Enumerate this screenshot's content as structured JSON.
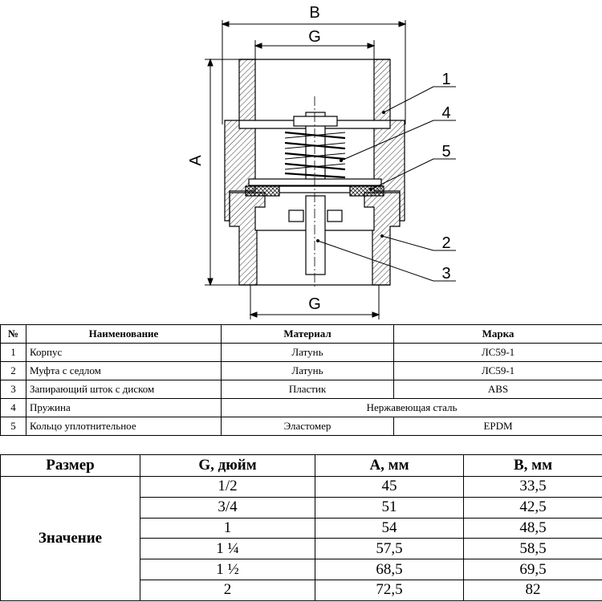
{
  "drawing": {
    "dimensions": {
      "a": "A",
      "b": "B",
      "g_top": "G",
      "g_bottom": "G"
    },
    "callouts": [
      "1",
      "4",
      "5",
      "2",
      "3"
    ]
  },
  "parts_table": {
    "headers": [
      "№",
      "Наименование",
      "Материал",
      "Марка"
    ],
    "rows": [
      {
        "no": "1",
        "name": "Корпус",
        "material": "Латунь",
        "grade": "ЛС59-1"
      },
      {
        "no": "2",
        "name": "Муфта с седлом",
        "material": "Латунь",
        "grade": "ЛС59-1"
      },
      {
        "no": "3",
        "name": "Запирающий шток с диском",
        "material": "Пластик",
        "grade": "ABS"
      },
      {
        "no": "4",
        "name": "Пружина",
        "merged": "Нержавеющая сталь"
      },
      {
        "no": "5",
        "name": "Кольцо уплотнительное",
        "material": "Эластомер",
        "grade": "EPDM"
      }
    ]
  },
  "sizes_table": {
    "headers": [
      "Размер",
      "G, дюйм",
      "A, мм",
      "B, мм"
    ],
    "row_label": "Значение",
    "rows": [
      {
        "g": "1/2",
        "a": "45",
        "b": "33,5"
      },
      {
        "g": "3/4",
        "a": "51",
        "b": "42,5"
      },
      {
        "g": "1",
        "a": "54",
        "b": "48,5"
      },
      {
        "g": "1 ¼",
        "a": "57,5",
        "b": "58,5"
      },
      {
        "g": "1 ½",
        "a": "68,5",
        "b": "69,5"
      },
      {
        "g": "2",
        "a": "72,5",
        "b": "82"
      }
    ]
  }
}
